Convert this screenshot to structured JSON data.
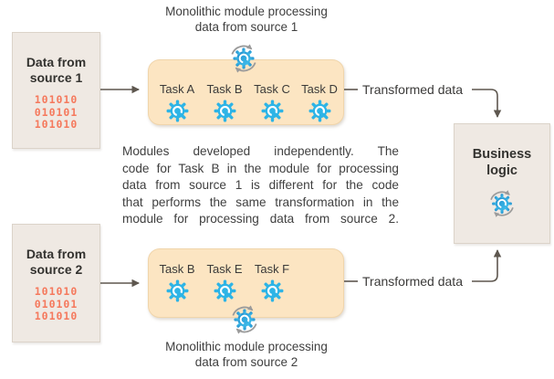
{
  "colors": {
    "accent_cyan": "#2db4e6",
    "gear_gradient_dark": "#1f8acb",
    "gear_gradient_light": "#45c6f0",
    "coral_binary": "#f5795d",
    "module_bg": "#fce5c2",
    "box_bg": "#efe9e3",
    "connector": "#5e574f"
  },
  "icons": {
    "task": "gear-icon",
    "process": "gear-sync-icon"
  },
  "caption_top": {
    "line1": "Monolithic module processing",
    "line2": "data from source 1"
  },
  "caption_bottom": {
    "line1": "Monolithic module processing",
    "line2": "data from source 2"
  },
  "source1_box": {
    "title": "Data from source 1",
    "binary": [
      "101010",
      "010101",
      "101010"
    ]
  },
  "source2_box": {
    "title": "Data from source 2",
    "binary": [
      "101010",
      "010101",
      "101010"
    ]
  },
  "module1": {
    "tasks": [
      {
        "label": "Task A"
      },
      {
        "label": "Task B"
      },
      {
        "label": "Task C"
      },
      {
        "label": "Task D"
      }
    ]
  },
  "module2": {
    "tasks": [
      {
        "label": "Task B"
      },
      {
        "label": "Task E"
      },
      {
        "label": "Task F"
      }
    ]
  },
  "connectors": {
    "transformed_top": "Transformed data",
    "transformed_bottom": "Transformed data"
  },
  "business_box": {
    "title": "Business logic"
  },
  "note": {
    "lines": [
      "Modules developed independently. The",
      "code for Task B in the module for processing",
      "data from source 1 is different for the code",
      "that performs the same transformation in the",
      "module for processing data from source 2."
    ]
  }
}
